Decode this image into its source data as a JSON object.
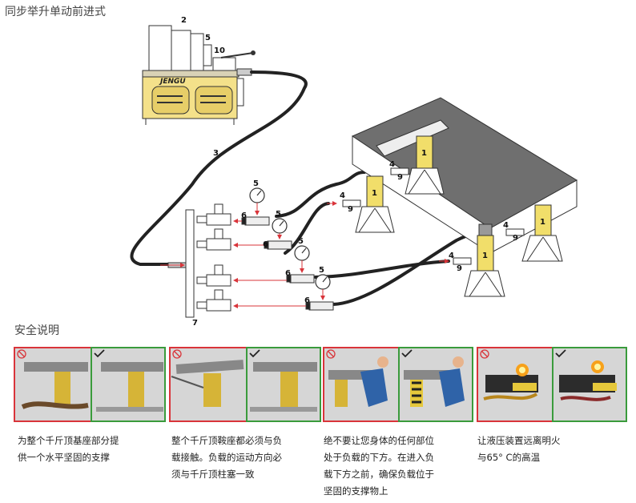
{
  "page": {
    "title": "同步举升单动前进式",
    "safety_title": "安全说明"
  },
  "diagram": {
    "brand": "JENGU",
    "callouts": [
      "1",
      "2",
      "3",
      "4",
      "5",
      "6",
      "7",
      "9",
      "10"
    ]
  },
  "safety": [
    {
      "lines": [
        "为整个千斤顶基座部分提",
        "供一个水平坚固的支撑"
      ]
    },
    {
      "lines": [
        "整个千斤顶鞍座都必须与负",
        "载接触。负载的运动方向必",
        "须与千斤顶柱塞一致"
      ]
    },
    {
      "lines": [
        "绝不要让您身体的任何部位",
        "处于负载的下方。在进入负",
        "载下方之前，确保负载位于",
        "坚固的支撑物上"
      ]
    },
    {
      "lines": [
        "让液压装置远离明火",
        "与65° C的高温"
      ]
    }
  ],
  "colors": {
    "bad": "#d9343a",
    "good": "#3a9b3c",
    "cylinder": "#f1de6a",
    "pump": "#f4e18a",
    "arrow": "#d9343a"
  }
}
